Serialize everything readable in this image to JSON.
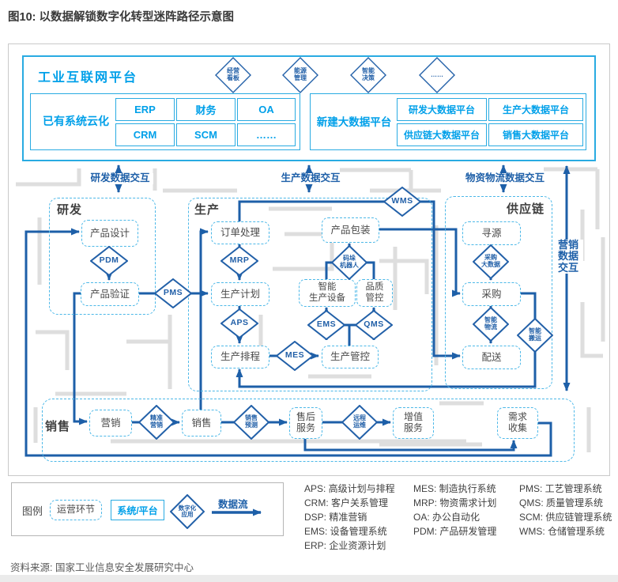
{
  "title": "图10: 以数据解锁数字化转型迷阵路径示意图",
  "platform": {
    "title": "工业互联网平台",
    "apps": [
      "经营\n看板",
      "能源\n管理",
      "智能\n决策",
      "……"
    ],
    "legacy_label": "已有系统云化",
    "legacy_cells": [
      "ERP",
      "财务",
      "OA",
      "CRM",
      "SCM",
      "……"
    ],
    "bigdata_label": "新建大数据平台",
    "bigdata_cells": [
      "研发大数据平台",
      "生产大数据平台",
      "供应链大数据平台",
      "销售大数据平台"
    ]
  },
  "exchanges": {
    "rd": "研发数据交互",
    "prod": "生产数据交互",
    "logistics": "物资物流数据交互",
    "marketing": "营销\n数据\n交互"
  },
  "sections": {
    "rd": "研发",
    "prod": "生产",
    "supply": "供应链",
    "sales": "销售"
  },
  "nodes": {
    "design": "产品设计",
    "verify": "产品验证",
    "order": "订单处理",
    "plan": "生产计划",
    "schedule": "生产排程",
    "control": "生产管控",
    "equip": "智能\n生产设备",
    "quality": "品质\n管控",
    "package": "产品包装",
    "sourcing": "寻源",
    "purchase": "采购",
    "deliver": "配送",
    "marketing": "营销",
    "sale": "销售",
    "after": "售后\n服务",
    "value": "增值\n服务",
    "demand": "需求\n收集"
  },
  "apps": {
    "pdm": "PDM",
    "pms": "PMS",
    "mrp": "MRP",
    "aps": "APS",
    "mes": "MES",
    "ems": "EMS",
    "qms": "QMS",
    "wms": "WMS",
    "robot": "码垛\n机器人",
    "purchase_bd": "采购\n大数据",
    "logistics": "智能\n物流",
    "handling": "智能\n搬运",
    "precision": "精准\n营销",
    "forecast": "销售\n预测",
    "remote": "远程\n运维"
  },
  "legend": {
    "label": "图例",
    "op": "运营环节",
    "sys": "系统/平台",
    "digital": "数字化\n应用",
    "flow": "数据流"
  },
  "abbreviations": {
    "col1": [
      "APS: 高级计划与排程",
      "CRM: 客户关系管理",
      "DSP: 精准营销",
      "EMS: 设备管理系统",
      "ERP: 企业资源计划"
    ],
    "col2": [
      "MES: 制造执行系统",
      "MRP: 物资需求计划",
      "OA: 办公自动化",
      "PDM: 产品研发管理"
    ],
    "col3": [
      "PMS: 工艺管理系统",
      "QMS: 质量管理系统",
      "SCM: 供应链管理系统",
      "WMS: 仓储管理系统"
    ]
  },
  "source": "资料来源: 国家工业信息安全发展研究中心",
  "colors": {
    "accent_cyan": "#00a0e9",
    "flow_blue": "#1d5fa8",
    "maze_gray": "#dedede"
  }
}
